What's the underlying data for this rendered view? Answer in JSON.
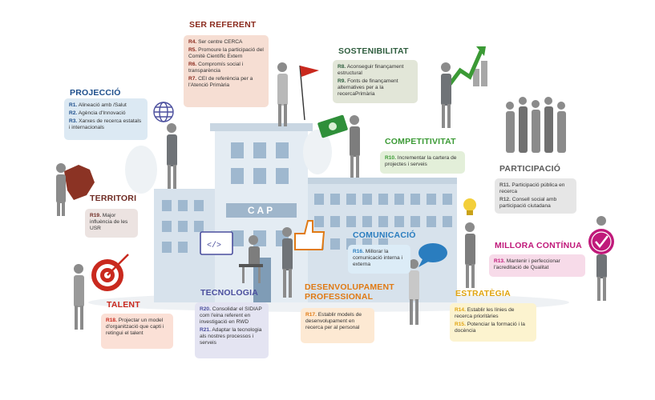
{
  "building": {
    "sign": "CAP"
  },
  "sections": {
    "projeccio": {
      "title": "PROJECCIÓ",
      "items": [
        {
          "code": "R1.",
          "text": "Alineació amb /Salut"
        },
        {
          "code": "R2.",
          "text": "Agència d'Innovació"
        },
        {
          "code": "R3.",
          "text": "Xarxes de recerca estatals i internacionals"
        }
      ]
    },
    "ser_referent": {
      "title": "SER REFERENT",
      "items": [
        {
          "code": "R4.",
          "text": "Ser centre CERCA"
        },
        {
          "code": "R5.",
          "text": "Promoure la participació del Comitè Científic Extern"
        },
        {
          "code": "R6.",
          "text": "Compromís social i transparència"
        },
        {
          "code": "R7.",
          "text": "CEI de referència per a l'Atenció Primària"
        }
      ]
    },
    "sostenibilitat": {
      "title": "SOSTENIBILITAT",
      "items": [
        {
          "code": "R8.",
          "text": "Aconseguir finançament estructural"
        },
        {
          "code": "R9.",
          "text": "Fonts de finançament alternatives per a la recercaPrimària"
        }
      ]
    },
    "competitivitat": {
      "title": "COMPETITIVITAT",
      "items": [
        {
          "code": "R10.",
          "text": "Incrementar la cartera de projectes i serveis"
        }
      ]
    },
    "participacio": {
      "title": "PARTICIPACIÓ",
      "items": [
        {
          "code": "R11.",
          "text": "Participació pública en recerca"
        },
        {
          "code": "R12.",
          "text": "Consell social amb participació ciutadana"
        }
      ]
    },
    "territori": {
      "title": "TERRITORI",
      "items": [
        {
          "code": "R19.",
          "text": "Major influència de les USR"
        }
      ]
    },
    "millora": {
      "title": "MILLORA CONTÍNUA",
      "items": [
        {
          "code": "R13.",
          "text": "Mantenir i perfeccionar l'acreditació de Qualitat"
        }
      ]
    },
    "comunicacio": {
      "title": "COMUNICACIÓ",
      "items": [
        {
          "code": "R16.",
          "text": "Millorar la comunicació interna i externa"
        }
      ]
    },
    "talent": {
      "title": "TALENT",
      "items": [
        {
          "code": "R18.",
          "text": "Projectar un model d'organització que capti i retingui el talent"
        }
      ]
    },
    "tecnologia": {
      "title": "TECNOLOGIA",
      "items": [
        {
          "code": "R20.",
          "text": "Consolidar el SIDIAP com l'eina referent en investigació en RWD"
        },
        {
          "code": "R21.",
          "text": "Adaptar la tecnologia als nostres processos i serveis"
        }
      ]
    },
    "desenvolupament": {
      "title": "DESENVOLUPAMENT PROFESSIONAL",
      "items": [
        {
          "code": "R17.",
          "text": "Establir models de desenvolupament en recerca per al personal"
        }
      ]
    },
    "estrategia": {
      "title": "ESTRATÈGIA",
      "items": [
        {
          "code": "R14.",
          "text": "Establir les línies de recerca prioritàries"
        },
        {
          "code": "R15.",
          "text": "Potenciar la formació i la docència"
        }
      ]
    }
  },
  "colors": {
    "projeccio": "#1e4f8c",
    "projeccio_box": "#dce9f3",
    "ser_referent": "#8b2b1e",
    "ser_referent_box": "#f6ded3",
    "sostenibilitat": "#2e5d3e",
    "sostenibilitat_box": "#e2e6d8",
    "competitivitat": "#3b9a35",
    "competitivitat_box": "#e3efd9",
    "participacio": "#5a5a5a",
    "participacio_box": "#e6e6e6",
    "territori": "#6e2a22",
    "territori_box": "#ece3e1",
    "millora": "#c0197a",
    "millora_box": "#f7dbe9",
    "comunicacio": "#2a7dbf",
    "comunicacio_box": "#dcecf7",
    "talent": "#c9291e",
    "talent_box": "#fbe0d6",
    "tecnologia": "#4b4f9e",
    "tecnologia_box": "#e4e4f2",
    "desenvolupament": "#e07a14",
    "desenvolupament_box": "#fde9d3",
    "estrategia": "#e0a410",
    "estrategia_box": "#fcf3cf"
  }
}
